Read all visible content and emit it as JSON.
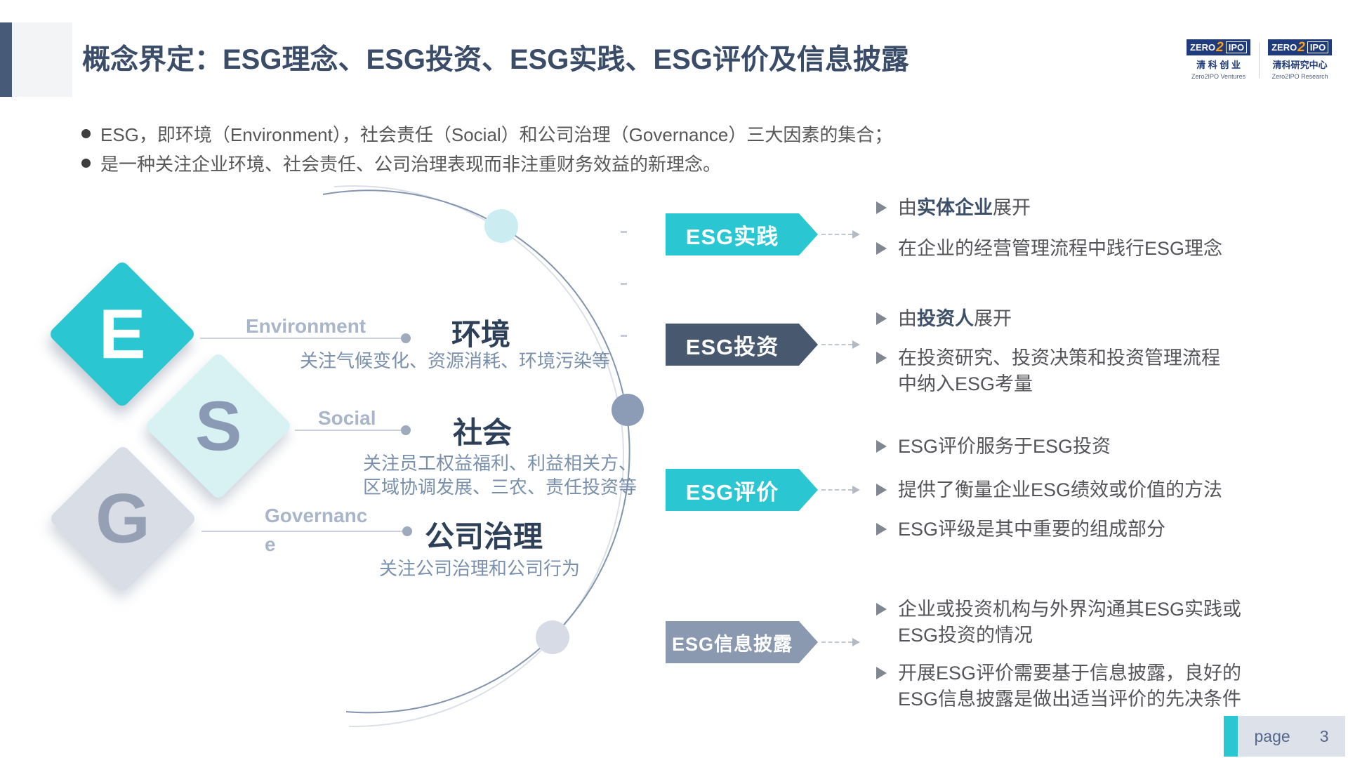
{
  "slide": {
    "title": "概念界定：ESG理念、ESG投资、ESG实践、ESG评价及信息披露",
    "page_label": "page",
    "page_number": "3"
  },
  "logo": {
    "brand_zero": "ZERO",
    "brand_two": "2",
    "brand_ipo": "IPO",
    "ventures_cn": "清 科 创 业",
    "ventures_en": "Zero2IPO Ventures",
    "research_cn": "清科研究中心",
    "research_en": "Zero2IPO Research"
  },
  "intro_bullets": [
    "ESG，即环境（Environment），社会责任（Social）和公司治理（Governance）三大因素的集合；",
    "是一种关注企业环境、社会责任、公司治理表现而非注重财务效益的新理念。"
  ],
  "diagram": {
    "e": {
      "letter": "E",
      "label": "Environment",
      "title": "环境",
      "desc": "关注气候变化、资源消耗、环境污染等"
    },
    "s": {
      "letter": "S",
      "label": "Social",
      "title": "社会",
      "desc": "关注员工权益福利、利益相关方、\n区域协调发展、三农、责任投资等"
    },
    "g": {
      "letter": "G",
      "label_line1": "Governanc",
      "label_line2": "e",
      "title": "公司治理",
      "desc": "关注公司治理和公司行为"
    }
  },
  "sections": [
    {
      "banner": "ESG实践",
      "points": [
        {
          "runs": [
            {
              "text": "由"
            },
            {
              "text": "实体企业"
            },
            {
              "text": "展开"
            }
          ]
        },
        {
          "text": "在企业的经营管理流程中践行ESG理念"
        }
      ]
    },
    {
      "banner": "ESG投资",
      "points": [
        {
          "runs": [
            {
              "text": "由"
            },
            {
              "text": "投资人"
            },
            {
              "text": "展开"
            }
          ]
        },
        {
          "text": "在投资研究、投资决策和投资管理流程\n中纳入ESG考量"
        }
      ]
    },
    {
      "banner": "ESG评价",
      "points": [
        {
          "text": "ESG评价服务于ESG投资"
        },
        {
          "text": "提供了衡量企业ESG绩效或价值的方法"
        },
        {
          "text": "ESG评级是其中重要的组成部分"
        }
      ]
    },
    {
      "banner": "ESG信息披露",
      "points": [
        {
          "text": "企业或投资机构与外界沟通其ESG实践或\nESG投资的情况"
        },
        {
          "text": "开展ESG评价需要基于信息披露，良好的\nESG信息披露是做出适当评价的先决条件"
        }
      ]
    }
  ],
  "colors": {
    "teal": "#2AC6D2",
    "slate_banner": "#48596F",
    "gray_banner": "#8A99AF",
    "logo_navy": "#1F3B7B",
    "logo_orange": "#F9A11B",
    "title_navy": "#3B4C69"
  }
}
